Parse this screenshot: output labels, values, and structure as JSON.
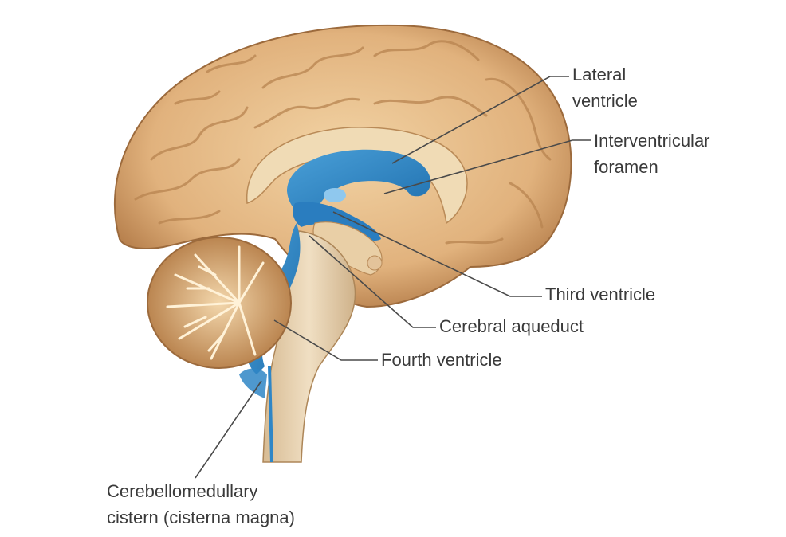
{
  "labels": {
    "lateral_ventricle": {
      "line1": "Lateral",
      "line2": "ventricle"
    },
    "interventricular_foramen": {
      "line1": "Interventricular",
      "line2": "foramen"
    },
    "third_ventricle": "Third ventricle",
    "cerebral_aqueduct": "Cerebral aqueduct",
    "fourth_ventricle": "Fourth ventricle",
    "cisterna_magna": {
      "line1": "Cerebellomedullary",
      "line2": "cistern (cisterna magna)"
    }
  },
  "colors": {
    "cortex": "#e4bd8a",
    "cortex_shadow": "#b98451",
    "white_matter": "#f0dbb5",
    "csf_blue": "#2f86c6",
    "csf_light": "#7dbde6",
    "brainstem": "#e8d2b0",
    "cerebellum": "#d9a873",
    "leader_line": "#4a4a4a",
    "label_text": "#3a3a3a"
  }
}
